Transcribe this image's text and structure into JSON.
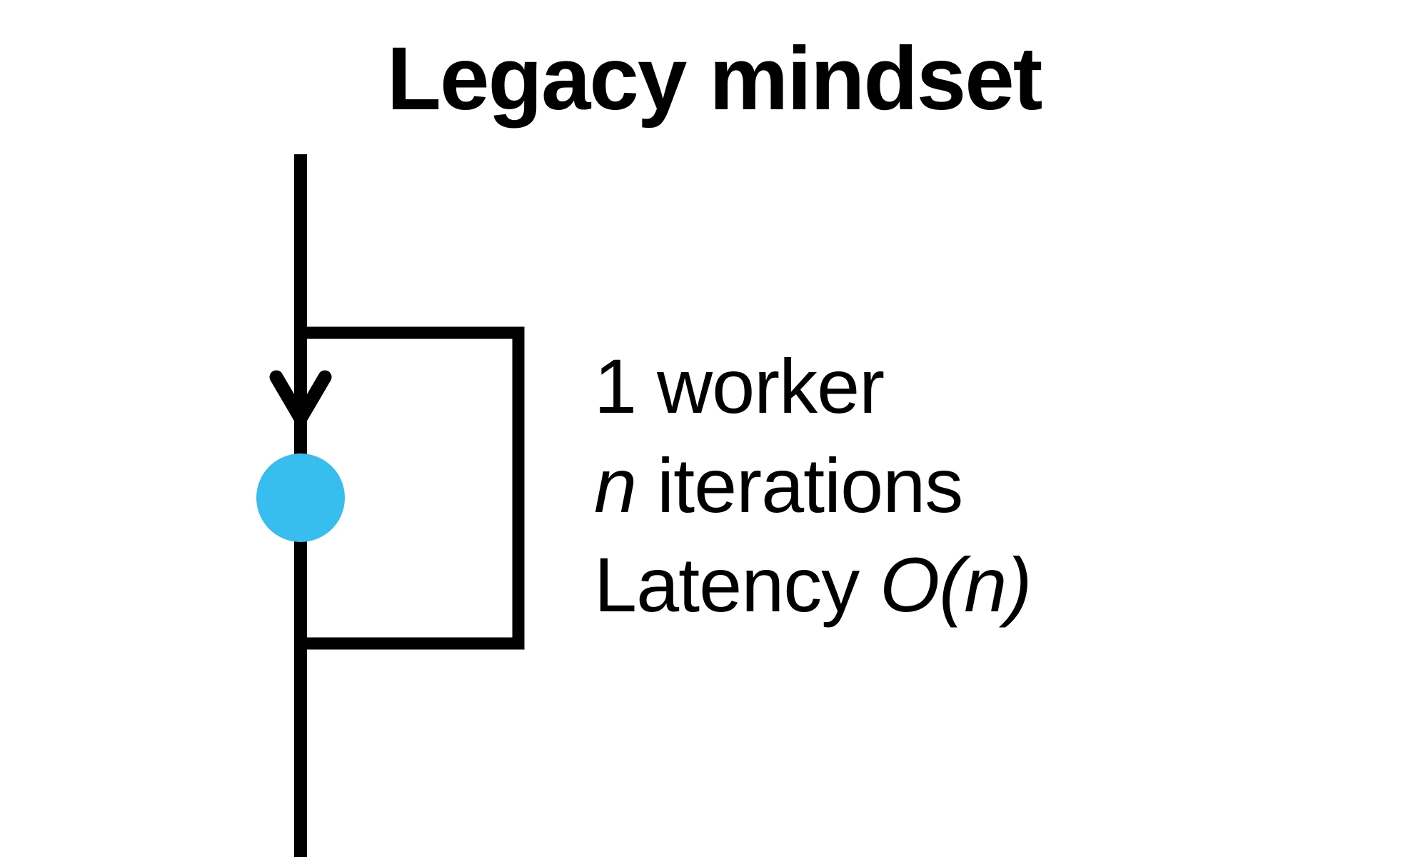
{
  "title": "Legacy mindset",
  "annotation": {
    "line1": "1 worker",
    "line2": {
      "italic_var": "n",
      "rest": " iterations"
    },
    "line3": {
      "prefix": "Latency ",
      "math": "O(n)"
    }
  },
  "colors": {
    "ink": "#000000",
    "dot": "#38BDEF",
    "background": "#FFFFFF"
  }
}
